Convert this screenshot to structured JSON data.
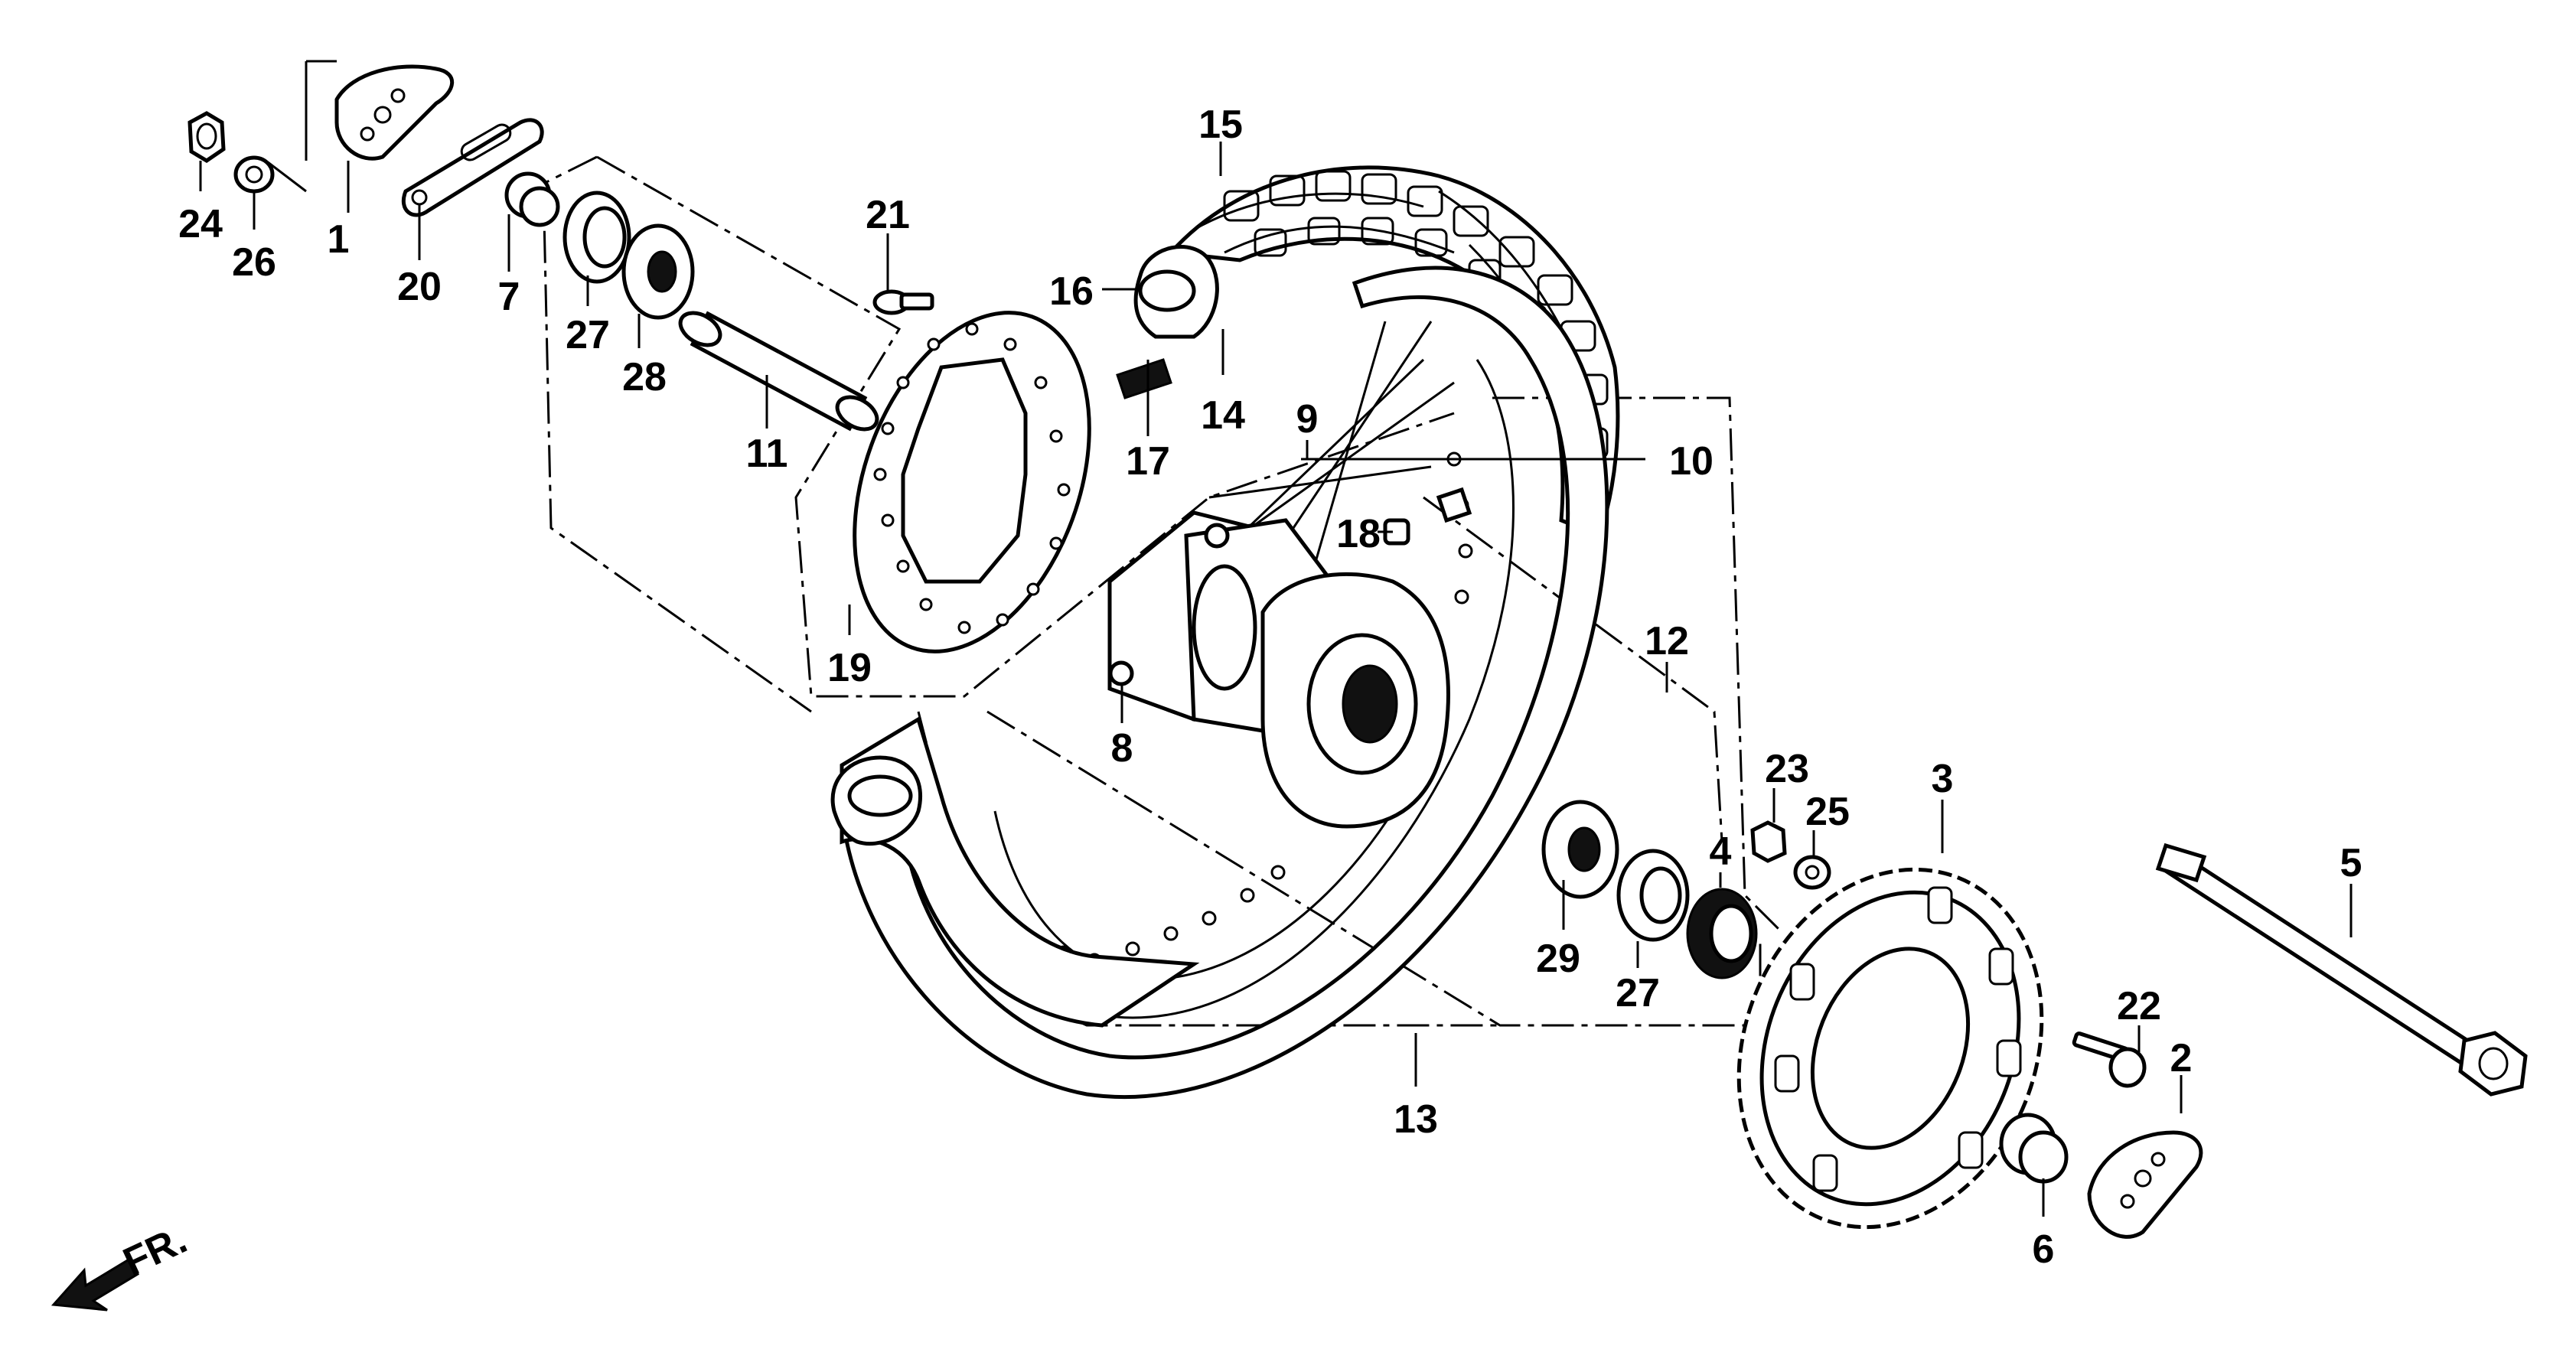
{
  "colors": {
    "ink": "#000000",
    "paper": "#ffffff"
  },
  "direction_label": "FR.",
  "callouts": [
    {
      "id": "1",
      "text": "1"
    },
    {
      "id": "2",
      "text": "2"
    },
    {
      "id": "3",
      "text": "3"
    },
    {
      "id": "4",
      "text": "4"
    },
    {
      "id": "5",
      "text": "5"
    },
    {
      "id": "6",
      "text": "6"
    },
    {
      "id": "7",
      "text": "7"
    },
    {
      "id": "8",
      "text": "8"
    },
    {
      "id": "9",
      "text": "9"
    },
    {
      "id": "10",
      "text": "10"
    },
    {
      "id": "11",
      "text": "11"
    },
    {
      "id": "12",
      "text": "12"
    },
    {
      "id": "13",
      "text": "13"
    },
    {
      "id": "14",
      "text": "14"
    },
    {
      "id": "15",
      "text": "15"
    },
    {
      "id": "16",
      "text": "16"
    },
    {
      "id": "17",
      "text": "17"
    },
    {
      "id": "18",
      "text": "18"
    },
    {
      "id": "19",
      "text": "19"
    },
    {
      "id": "20",
      "text": "20"
    },
    {
      "id": "21",
      "text": "21"
    },
    {
      "id": "22",
      "text": "22"
    },
    {
      "id": "23",
      "text": "23"
    },
    {
      "id": "24",
      "text": "24"
    },
    {
      "id": "25",
      "text": "25"
    },
    {
      "id": "26",
      "text": "26"
    },
    {
      "id": "27a",
      "text": "27"
    },
    {
      "id": "27b",
      "text": "27"
    },
    {
      "id": "28",
      "text": "28"
    },
    {
      "id": "29",
      "text": "29"
    }
  ]
}
